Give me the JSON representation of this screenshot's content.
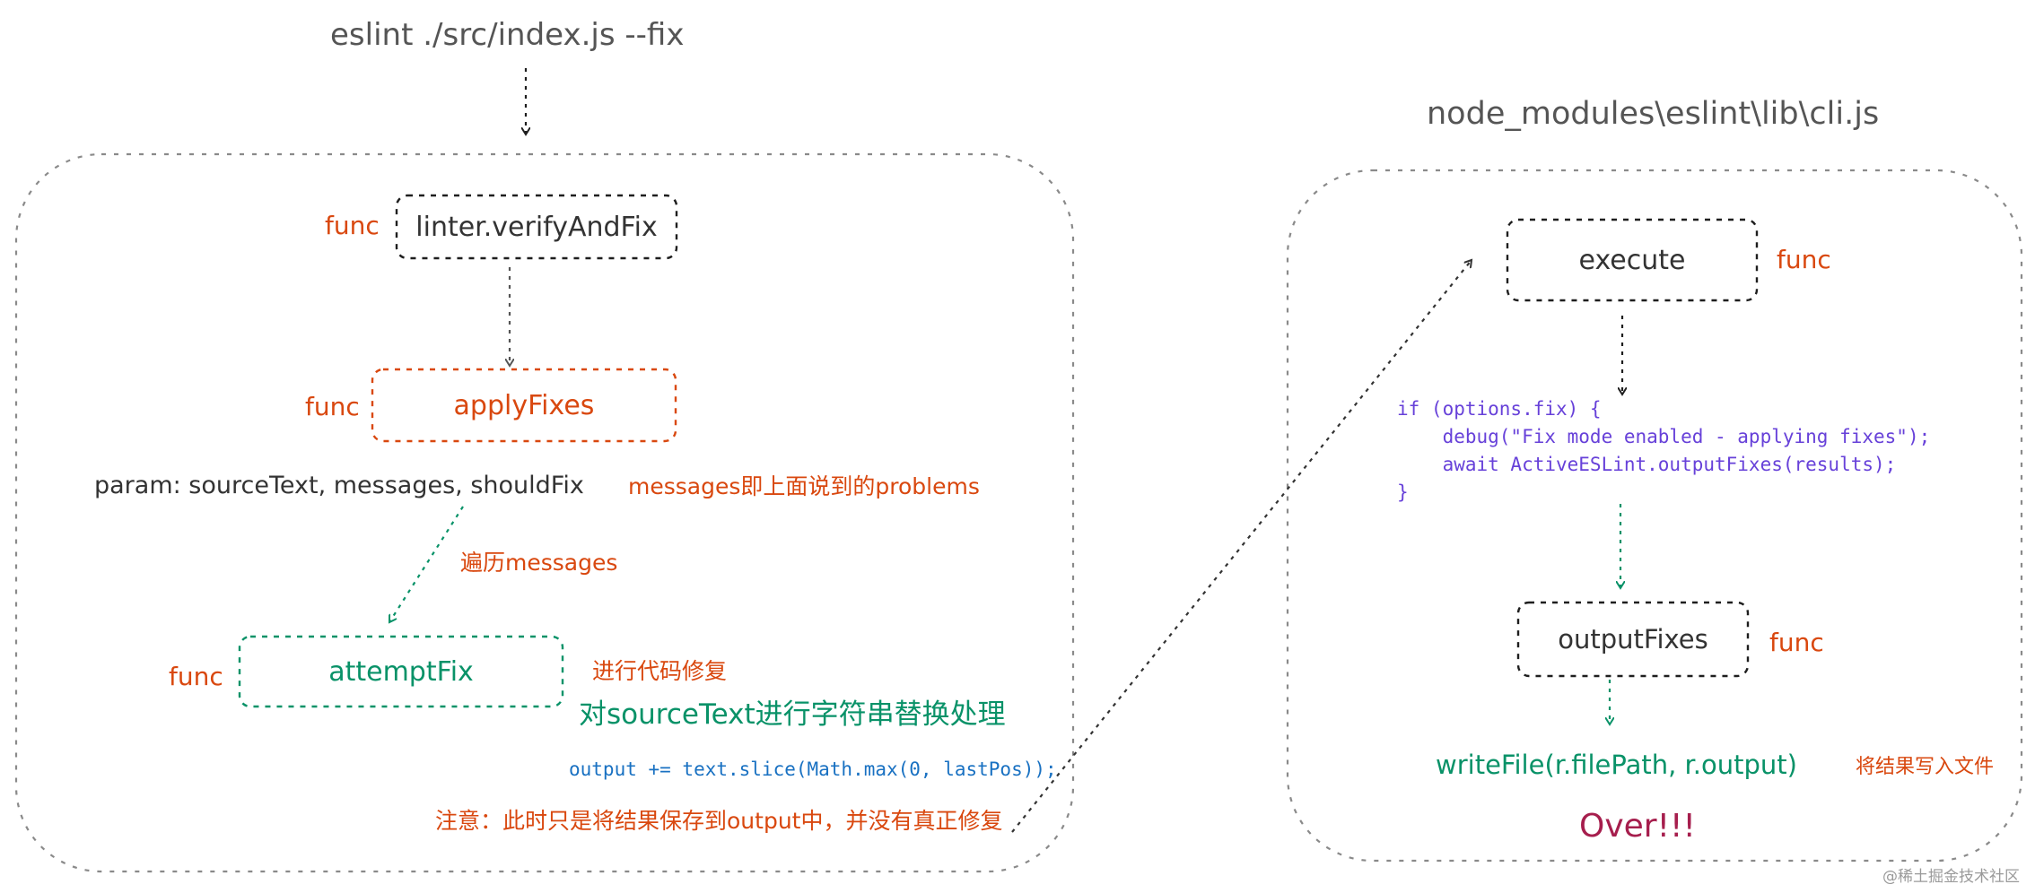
{
  "command": "eslint ./src/index.js --fix",
  "cli_path": "node_modules\\eslint\\lib\\cli.js",
  "func_tag": "func",
  "left_group": {
    "verify": "linter.verifyAndFix",
    "apply": "applyFixes",
    "params": "param: sourceText, messages, shouldFix",
    "messages_note": "messages即上面说到的problems",
    "loop_note": "遍历messages",
    "attempt": "attemptFix",
    "fix_note": "进行代码修复",
    "replace_note": "对sourceText进行字符串替换处理",
    "output_code": "output += text.slice(Math.max(0, lastPos));",
    "warning": "注意：此时只是将结果保存到output中，并没有真正修复"
  },
  "right_group": {
    "execute": "execute",
    "code_lines": [
      "if (options.fix) {",
      "    debug(\"Fix mode enabled - applying fixes\");",
      "    await ActiveESLint.outputFixes(results);",
      "}"
    ],
    "output_fixes": "outputFixes",
    "write_file": "writeFile(r.filePath, r.output)",
    "write_note": "将结果写入文件",
    "over": "Over!!!"
  },
  "watermark": "@稀土掘金技术社区",
  "colors": {
    "gray": "#333333",
    "orange": "#d9480f",
    "green": "#099268",
    "blue": "#1971c2",
    "purple": "#6741d9",
    "maroon": "#a61e4d"
  }
}
